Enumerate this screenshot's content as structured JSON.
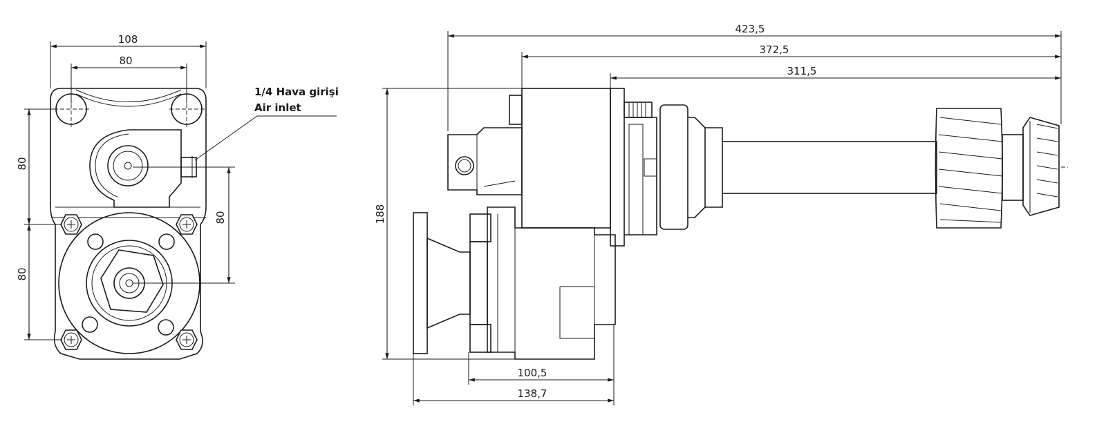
{
  "front_view": {
    "dims": {
      "overall_width": "108",
      "bolt_spacing_horizontal": "80",
      "bolt_spacing_vertical_upper": "80",
      "bolt_spacing_vertical_lower": "80",
      "inlet_to_shaft_offset": "80"
    },
    "annotation": {
      "line1": "1/4 Hava girişi",
      "line2": "Air inlet"
    }
  },
  "side_view": {
    "dims": {
      "overall_length": "423,5",
      "length_2": "372,5",
      "length_3": "311,5",
      "height": "188",
      "body_length": "100,5",
      "flange_to_mount": "138,7"
    }
  }
}
